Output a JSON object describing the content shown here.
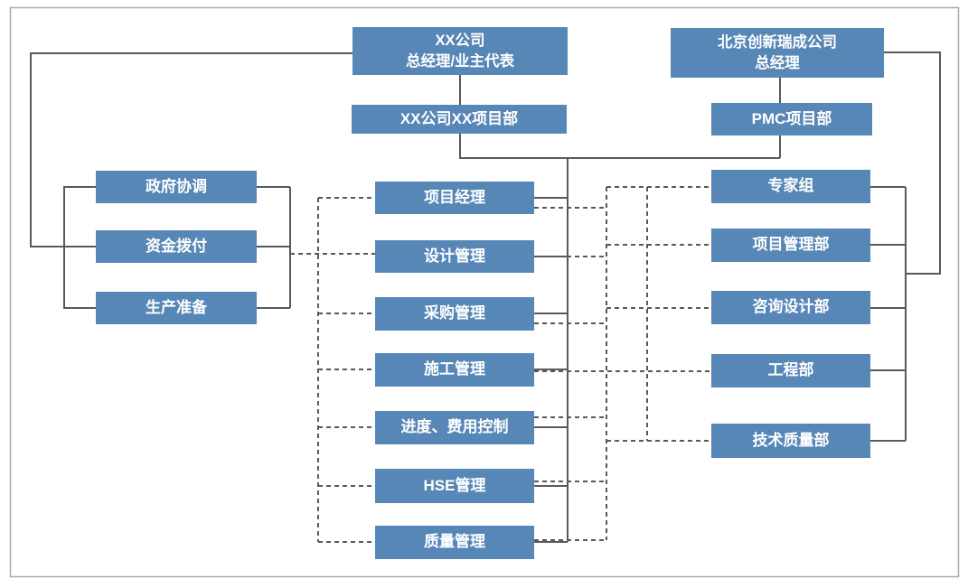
{
  "colors": {
    "background": "#ffffff",
    "box_fill": "#5787B6",
    "box_text": "#ffffff",
    "line": "#595959",
    "border": "#ABABAB"
  },
  "nodes": {
    "owner_gm": {
      "label": "XX公司\n总经理/业主代表"
    },
    "owner_dept": {
      "label": "XX公司XX项目部"
    },
    "pmc_gm": {
      "label": "北京创新瑞成公司\n总经理"
    },
    "pmc_dept": {
      "label": "PMC项目部"
    },
    "gov_coord": {
      "label": "政府协调"
    },
    "fund_alloc": {
      "label": "资金拨付"
    },
    "prod_prep": {
      "label": "生产准备"
    },
    "proj_manager": {
      "label": "项目经理"
    },
    "design_mgmt": {
      "label": "设计管理"
    },
    "procurement_mgmt": {
      "label": "采购管理"
    },
    "construction_mgmt": {
      "label": "施工管理"
    },
    "schedule_cost": {
      "label": "进度、费用控制"
    },
    "hse_mgmt": {
      "label": "HSE管理"
    },
    "quality_mgmt": {
      "label": "质量管理"
    },
    "expert_group": {
      "label": "专家组"
    },
    "proj_mgmt_dept": {
      "label": "项目管理部"
    },
    "consult_design_dept": {
      "label": "咨询设计部"
    },
    "engineering_dept": {
      "label": "工程部"
    },
    "tech_quality_dept": {
      "label": "技术质量部"
    }
  },
  "connection_styles": {
    "solid": "direct reporting line",
    "dashed": "coordination line"
  }
}
